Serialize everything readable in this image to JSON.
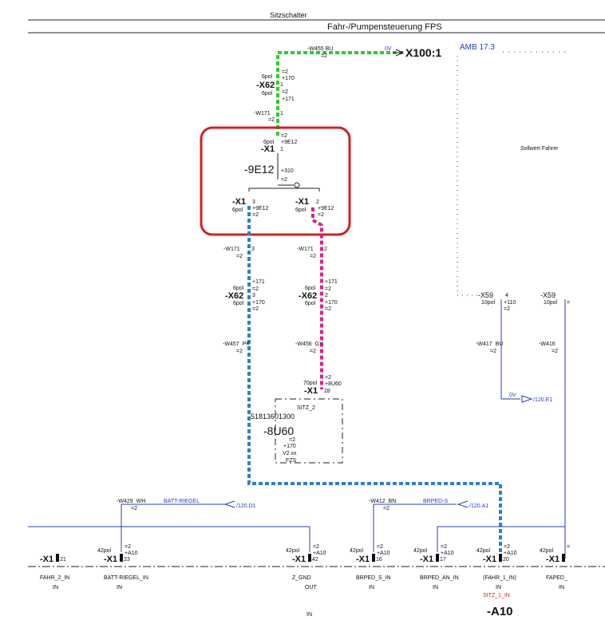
{
  "header": {
    "title": "Sitzschalter",
    "subtitle": "Fahr-/Pumpensteuerung FPS"
  },
  "top": {
    "cable": "-W455",
    "cable_color": "BU",
    "cable_eq": "=2",
    "signal": "0V",
    "target": "X100:1",
    "ref": "AMB 17.3"
  },
  "x62_top": {
    "pol1": "6pol",
    "eq1": "=2",
    "loc1": "+170",
    "label": "-X62",
    "pin": "1",
    "pol2": "6pol",
    "eq2": "=2",
    "loc2": "+171"
  },
  "w171_top": {
    "label": "-W171",
    "pin": "1",
    "eq": "=2"
  },
  "x1_top": {
    "pol": "6pol",
    "eq": "=2",
    "loc": "+9E12",
    "label": "-X1",
    "pin": "1"
  },
  "switch": {
    "label": "-9E12",
    "loc": "+310",
    "eq": "=2"
  },
  "x1_left": {
    "label": "-X1",
    "pin": "3",
    "pol": "6pol",
    "loc": "+9E12",
    "eq": "=2"
  },
  "x1_right": {
    "label": "-X1",
    "pin": "2",
    "pol": "6pol",
    "loc": "+9E12",
    "eq": "=2"
  },
  "w171_left": {
    "label": "-W171",
    "pin": "3",
    "eq": "=2"
  },
  "w171_right": {
    "label": "-W171",
    "pin": "2",
    "eq": "=2"
  },
  "x62_left": {
    "loc1": "+171",
    "pol1": "6pol",
    "eq1": "=2",
    "label": "-X62",
    "pin": "3",
    "pol2": "6pol",
    "loc2": "+170",
    "eq2": "=2"
  },
  "x62_right": {
    "loc1": "+171",
    "pol1": "6pol",
    "eq1": "=2",
    "label": "-X62",
    "pin": "2",
    "pol2": "6pol",
    "loc2": "+170",
    "eq2": "=2"
  },
  "w457": {
    "label": "-W457",
    "color": "PK",
    "eq": "=2"
  },
  "w456": {
    "label": "-W456",
    "color": "GY",
    "eq": "=2"
  },
  "x1_sitz": {
    "pol": "70pol",
    "eq": "=2",
    "loc": "+8U60",
    "label": "-X1",
    "pin": "28"
  },
  "module": {
    "signal": "SITZ_2",
    "part": "51813601300",
    "label": "-8U60",
    "eq": "=2",
    "loc": "+170",
    "ver": "V2.xx",
    "name": "FZS"
  },
  "right_note": "Sollwert Fahrer",
  "x59_a": {
    "label": "-X59",
    "pin": "4",
    "pol": "10pol",
    "loc": "+110",
    "eq": "=2"
  },
  "x59_b": {
    "label": "-X59",
    "pol": "10pol",
    "eq": "="
  },
  "w417": {
    "label": "-W417",
    "color": "BU",
    "eq": "=2"
  },
  "w416": {
    "label": "-W416",
    "eq": "=2"
  },
  "ov_right": {
    "signal": "0V",
    "ref": "/120.E1"
  },
  "w429": {
    "label": "-W429",
    "color": "WH",
    "eq": "=2",
    "signal": "BATT-RIEGEL",
    "ref": "/120.D1"
  },
  "w412": {
    "label": "-W412",
    "color": "BN",
    "eq": "=2",
    "signal": "BRPED-S",
    "ref": "/120.A1"
  },
  "terminals": [
    {
      "pol": "",
      "eq": "",
      "loc": "",
      "label": "-X1",
      "pin": "21",
      "signal": "FAHR_2_IN",
      "dir": "IN"
    },
    {
      "pol": "42pol",
      "eq": "=2",
      "loc": "+A10",
      "label": "-X1",
      "pin": "23",
      "signal": "BATT-RIEGEL_IN",
      "dir": "IN"
    },
    {
      "pol": "42pol",
      "eq": "=2",
      "loc": "+A10",
      "label": "-X1",
      "pin": "42",
      "signal": "Z_GND",
      "dir": "OUT"
    },
    {
      "pol": "42pol",
      "eq": "=2",
      "loc": "+A10",
      "label": "-X1",
      "pin": "16",
      "signal": "BRPED_S_IN",
      "dir": "IN"
    },
    {
      "pol": "42pol",
      "eq": "=2",
      "loc": "+A10",
      "label": "-X1",
      "pin": "17",
      "signal": "BRPED_AN_IN",
      "dir": "IN"
    },
    {
      "pol": "42pol",
      "eq": "=2",
      "loc": "+A10",
      "label": "-X1",
      "pin": "20",
      "signal": "(FAHR_1_IN)",
      "dir": "IN"
    },
    {
      "pol": "42pol",
      "eq": "=",
      "loc": "",
      "label": "-X1",
      "pin": "",
      "signal": "FAPED_",
      "dir": "IN"
    }
  ],
  "bottom": {
    "sitz_label": "SITZ_1_IN",
    "device": "-A10",
    "extra": "IN"
  },
  "colors": {
    "green": "#2ecc2e",
    "blue": "#2e7fd0",
    "magenta": "#e0208a",
    "highlight": "#d42020",
    "wire": "#2a3fb8"
  }
}
